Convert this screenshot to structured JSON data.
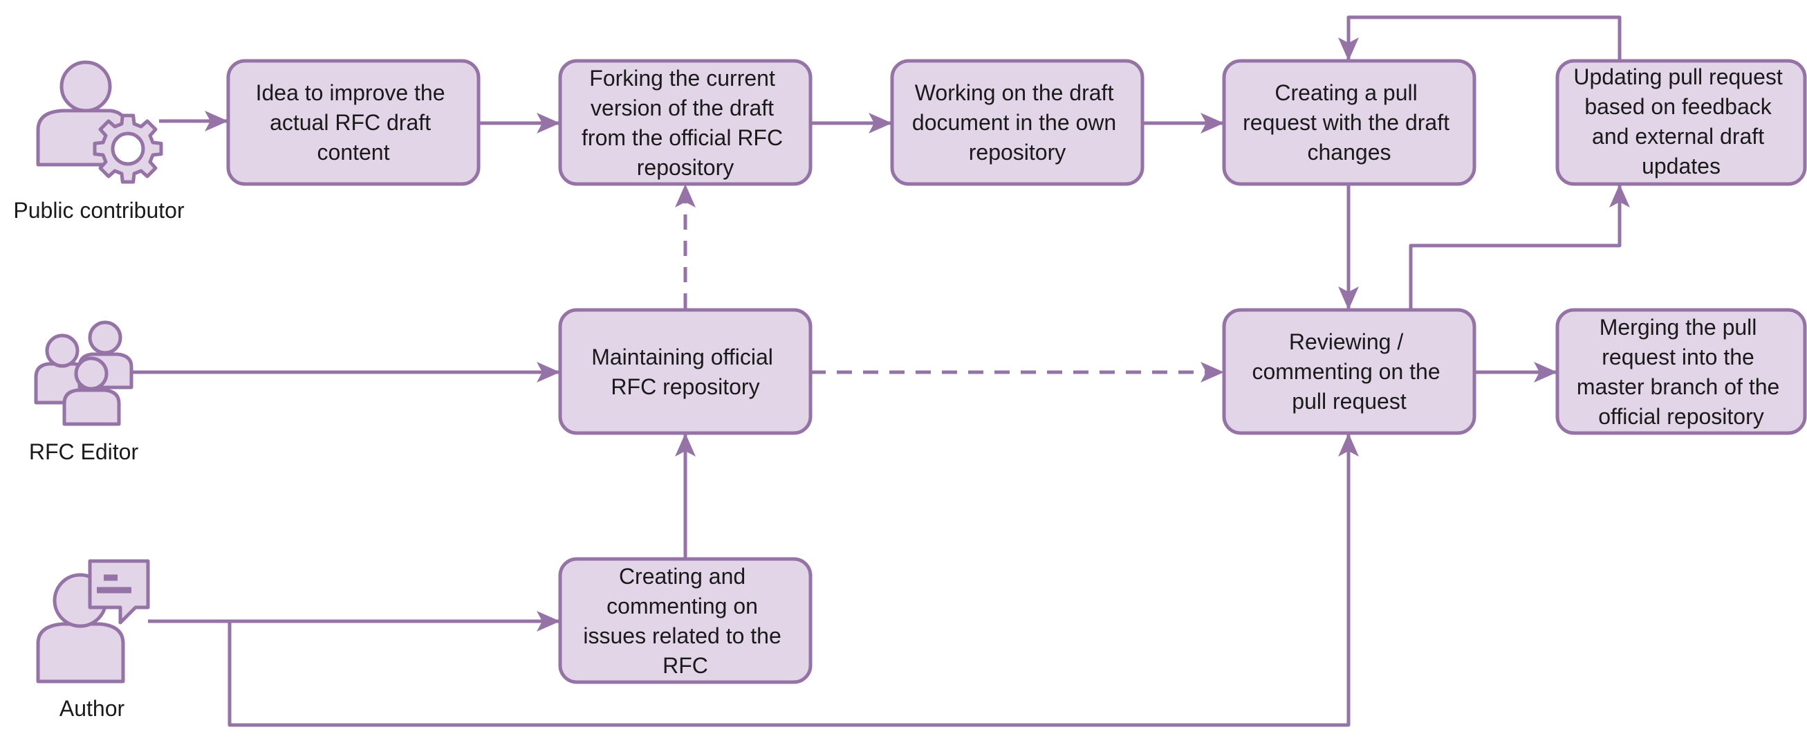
{
  "colors": {
    "box_fill": "#e1d5e7",
    "stroke": "#9673a6",
    "text": "#1a1a1a",
    "background": "#ffffff"
  },
  "actors": {
    "public_contributor": {
      "label": "Public contributor",
      "icon": "person-gear-icon"
    },
    "rfc_editor": {
      "label": "RFC Editor",
      "icon": "people-group-icon"
    },
    "author": {
      "label": "Author",
      "icon": "person-chat-icon"
    }
  },
  "steps": {
    "idea": {
      "lines": [
        "Idea to improve the",
        "actual RFC draft",
        "content"
      ]
    },
    "forking": {
      "lines": [
        "Forking the current",
        "version of the draft",
        "from the official RFC",
        "repository"
      ]
    },
    "working": {
      "lines": [
        "Working on the draft",
        "document in the own",
        "repository"
      ]
    },
    "creating_pr": {
      "lines": [
        "Creating a pull",
        "request with the draft",
        "changes"
      ]
    },
    "updating_pr": {
      "lines": [
        "Updating pull request",
        "based on feedback",
        "and external draft",
        "updates"
      ]
    },
    "maintaining": {
      "lines": [
        "Maintaining official",
        "RFC repository"
      ]
    },
    "reviewing": {
      "lines": [
        "Reviewing /",
        "commenting on the",
        "pull request"
      ]
    },
    "merging": {
      "lines": [
        "Merging the pull",
        "request into the",
        "master branch of the",
        "official repository"
      ]
    },
    "issues": {
      "lines": [
        "Creating and",
        "commenting on",
        "issues related to the",
        "RFC"
      ]
    }
  },
  "connections": [
    {
      "from": "public_contributor",
      "to": "idea",
      "style": "solid"
    },
    {
      "from": "idea",
      "to": "forking",
      "style": "solid"
    },
    {
      "from": "forking",
      "to": "working",
      "style": "solid"
    },
    {
      "from": "working",
      "to": "creating_pr",
      "style": "solid"
    },
    {
      "from": "creating_pr",
      "to": "reviewing",
      "style": "solid"
    },
    {
      "from": "updating_pr",
      "to": "creating_pr",
      "style": "solid"
    },
    {
      "from": "reviewing",
      "to": "updating_pr",
      "style": "solid"
    },
    {
      "from": "reviewing",
      "to": "merging",
      "style": "solid"
    },
    {
      "from": "maintaining",
      "to": "forking",
      "style": "dashed"
    },
    {
      "from": "maintaining",
      "to": "reviewing",
      "style": "dashed"
    },
    {
      "from": "rfc_editor",
      "to": "maintaining",
      "style": "solid"
    },
    {
      "from": "issues",
      "to": "maintaining",
      "style": "solid"
    },
    {
      "from": "author",
      "to": "issues",
      "style": "solid"
    },
    {
      "from": "author",
      "to": "reviewing",
      "style": "solid"
    }
  ]
}
